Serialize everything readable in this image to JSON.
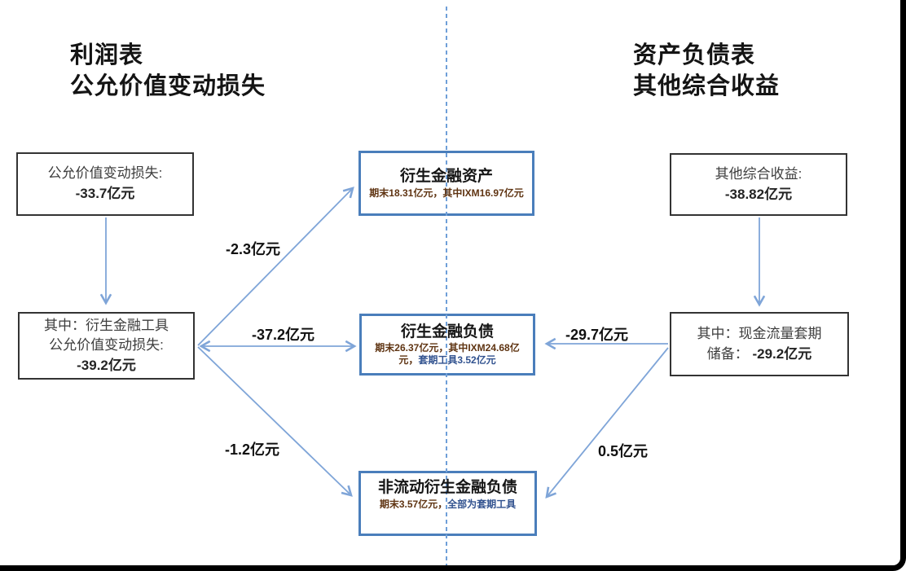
{
  "titles": {
    "left": {
      "line1": "利润表",
      "line2": "公允价值变动损失"
    },
    "right": {
      "line1": "资产负债表",
      "line2": "其他综合收益"
    }
  },
  "boxes": {
    "pl_total": {
      "line1": "公允价值变动损失:",
      "line2": "-33.7亿元"
    },
    "pl_derivative": {
      "line1": "其中：衍生金融工具",
      "line2": "公允价值变动损失:",
      "line3": "-39.2亿元"
    },
    "oci_total": {
      "line1": "其他综合收益:",
      "line2": "-38.82亿元"
    },
    "cash_flow_hedge_reserve": {
      "line1": "其中：现金流量套期",
      "line2a": "储备： ",
      "line2b": "-29.2亿元"
    },
    "derivative_assets": {
      "title": "衍生金融资产",
      "sub1": "期末18.31亿元，其中IXM16.97亿元",
      "sub2": ""
    },
    "derivative_liabilities": {
      "title": "衍生金融负债",
      "sub1": "期末26.37亿元，其中IXM24.68亿元，",
      "sub2": "套期工具3.52亿元"
    },
    "noncurrent_derivative_liabilities": {
      "title": "非流动衍生金融负债",
      "sub1": "期末3.57亿元，",
      "sub2": "全部为套期工具"
    }
  },
  "arrow_labels": {
    "to_assets": "-2.3亿元",
    "to_liabilities": "-37.2亿元",
    "to_noncurrent": "-1.2亿元",
    "reserve_to_liabilities": "-29.7亿元",
    "reserve_to_noncurrent": "0.5亿元"
  },
  "colors": {
    "arrow_blue": "#7fa5d8",
    "box_border_blue": "#4a7ebb",
    "box_border_black": "#333333",
    "dashed_divider_blue": "#6f9fd8",
    "subtitle_brown": "#5f3412",
    "subtitle_blue": "#31528f",
    "frame_black": "#000000"
  }
}
